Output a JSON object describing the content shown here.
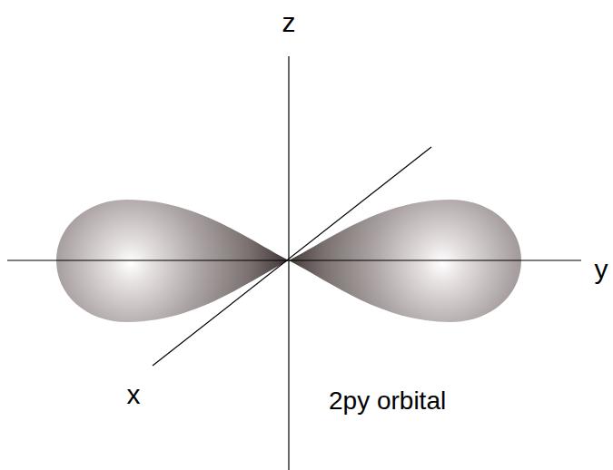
{
  "diagram": {
    "labels": [
      "z",
      "y",
      "x",
      "2py orbital"
    ]
  }
}
